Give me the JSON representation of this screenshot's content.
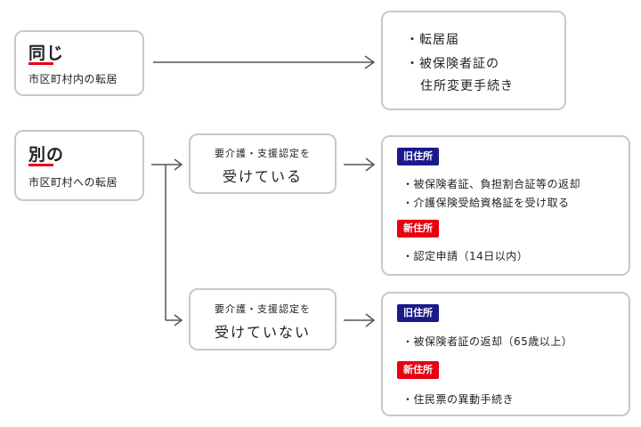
{
  "same": {
    "title": "同じ",
    "subtitle": "市区町村内の転居",
    "procedures": [
      "・転居届",
      "・被保険者証の",
      "住所変更手続き"
    ]
  },
  "different": {
    "title": "別の",
    "subtitle": "市区町村への転居",
    "certified": {
      "line1": "要介護・支援認定を",
      "line2": "受けている",
      "old_badge": "旧住所",
      "old_items": [
        "・被保険者証、負担割合証等の返却",
        "・介護保険受給資格証を受け取る"
      ],
      "new_badge": "新住所",
      "new_items": [
        "・認定申請（14日以内）"
      ]
    },
    "not_certified": {
      "line1": "要介護・支援認定を",
      "line2": "受けていない",
      "old_badge": "旧住所",
      "old_items": [
        "・被保険者証の返却（65歳以上）"
      ],
      "new_badge": "新住所",
      "new_items": [
        "・住民票の異動手続き"
      ]
    }
  },
  "colors": {
    "accent_underline": "#e60012",
    "old_badge": "#1a1a8c",
    "new_badge": "#e60012",
    "border": "#c8c8c8",
    "arrow": "#555555"
  }
}
